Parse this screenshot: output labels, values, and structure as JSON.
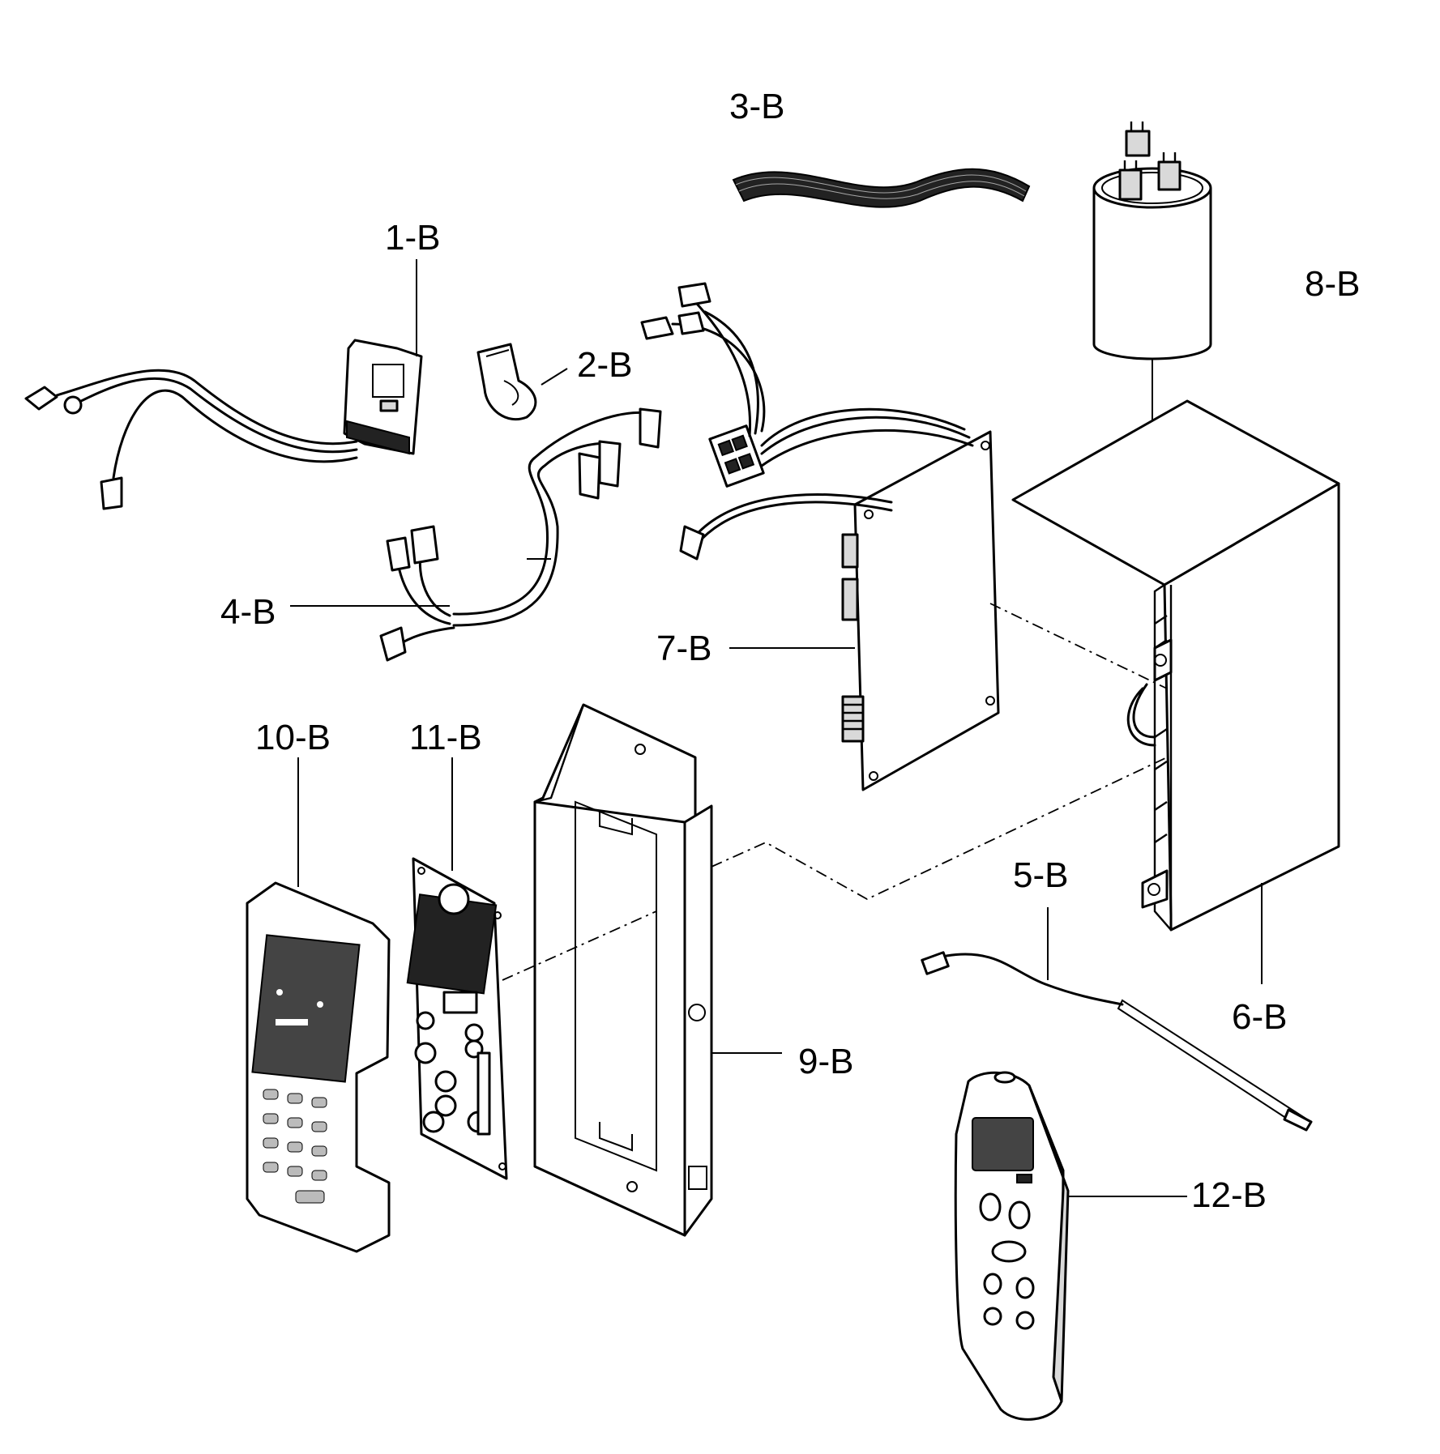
{
  "parts": [
    {
      "id": "1-B"
    },
    {
      "id": "2-B"
    },
    {
      "id": "3-B"
    },
    {
      "id": "4-B"
    },
    {
      "id": "5-B"
    },
    {
      "id": "6-B"
    },
    {
      "id": "7-B"
    },
    {
      "id": "8-B"
    },
    {
      "id": "9-B"
    },
    {
      "id": "10-B"
    },
    {
      "id": "11-B"
    },
    {
      "id": "12-B"
    }
  ]
}
